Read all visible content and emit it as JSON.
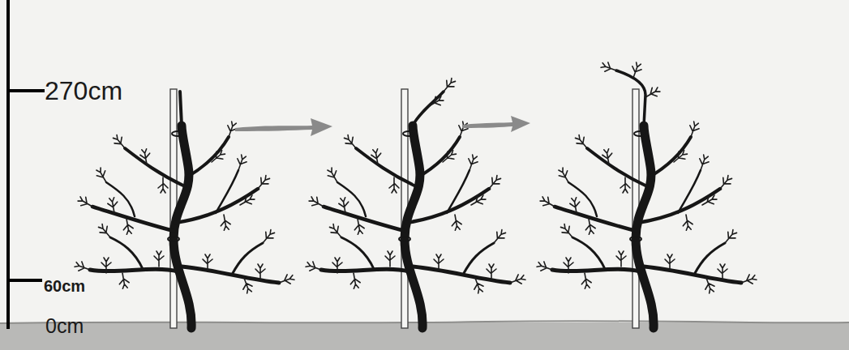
{
  "diagram": {
    "labels": [
      "270cm",
      "60cm",
      "0cm"
    ]
  }
}
